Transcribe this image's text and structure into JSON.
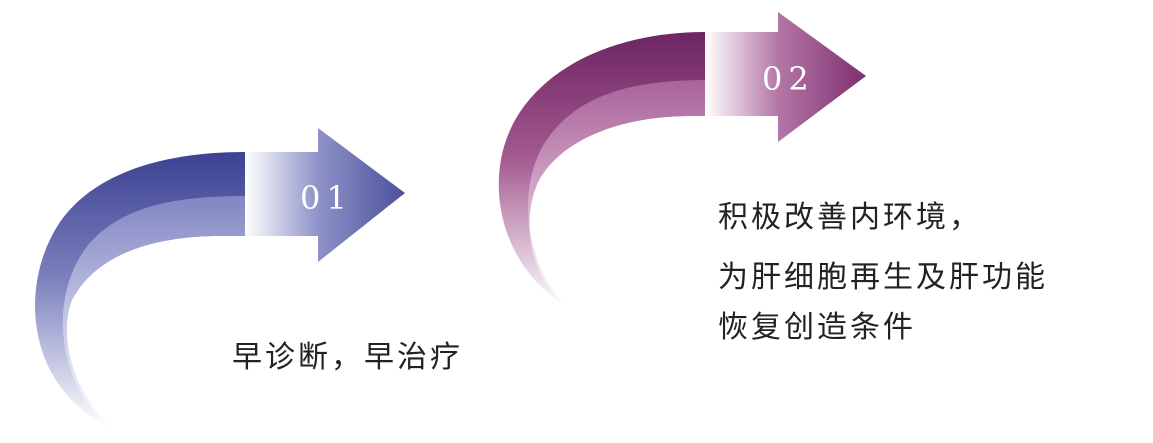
{
  "steps": [
    {
      "number": "01",
      "lines": [
        "早诊断，早治疗"
      ],
      "color": "#5b5fa8"
    },
    {
      "number": "02",
      "lines": [
        "积极改善内环境，",
        "为肝细胞再生及肝功能",
        "恢复创造条件"
      ],
      "color": "#8a3f7c"
    }
  ]
}
